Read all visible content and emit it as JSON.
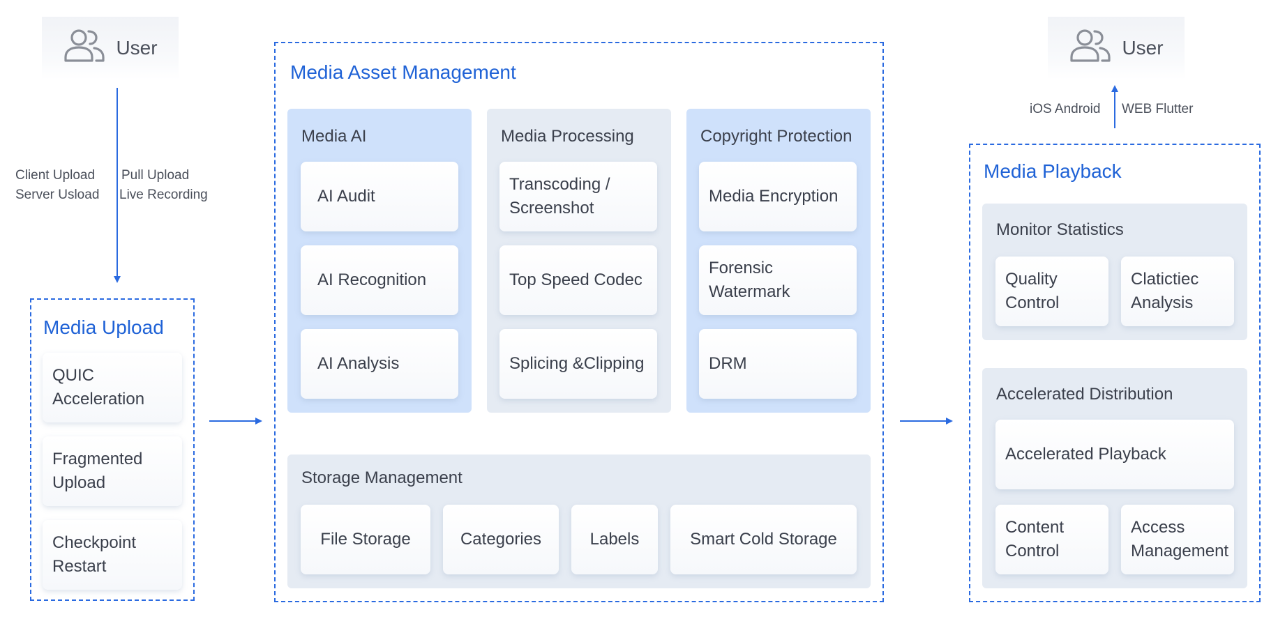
{
  "users": {
    "left": "User",
    "right": "User"
  },
  "upload_labels": {
    "left_line1": "Client Upload",
    "left_line2": "Server Usload",
    "right_line1": "Pull Upload",
    "right_line2": "Live Recording"
  },
  "platform_labels": {
    "left": "iOS Android",
    "right": "WEB Flutter"
  },
  "media_upload": {
    "title": "Media Upload",
    "items": [
      "QUIC Acceleration",
      "Fragmented Upload",
      "Checkpoint Restart"
    ]
  },
  "media_asset_management": {
    "title": "Media Asset Management",
    "media_ai": {
      "title": "Media AI",
      "items": [
        "AI Audit",
        "AI Recognition",
        "AI Analysis"
      ]
    },
    "media_processing": {
      "title": "Media Processing",
      "items": [
        "Transcoding / Screenshot",
        "Top Speed Codec",
        "Splicing &Clipping"
      ]
    },
    "copyright_protection": {
      "title": "Copyright Protection",
      "items": [
        "Media Encryption",
        "Forensic Watermark",
        "DRM"
      ]
    },
    "storage_management": {
      "title": "Storage Management",
      "items": [
        "File Storage",
        "Categories",
        "Labels",
        "Smart Cold Storage"
      ]
    }
  },
  "media_playback": {
    "title": "Media Playback",
    "monitor_statistics": {
      "title": "Monitor Statistics",
      "items": [
        "Quality Control",
        "Clatictiec Analysis"
      ]
    },
    "accelerated_distribution": {
      "title": "Accelerated Distribution",
      "items": [
        "Accelerated Playback",
        "Content Control",
        "Access Management"
      ]
    }
  },
  "colors": {
    "accent": "#2a6ae0",
    "title_blue": "#1f62d6",
    "panel_blue": "#cfe1fb",
    "panel_grey": "#e5ebf3"
  },
  "icons": {
    "user": "users-icon"
  }
}
